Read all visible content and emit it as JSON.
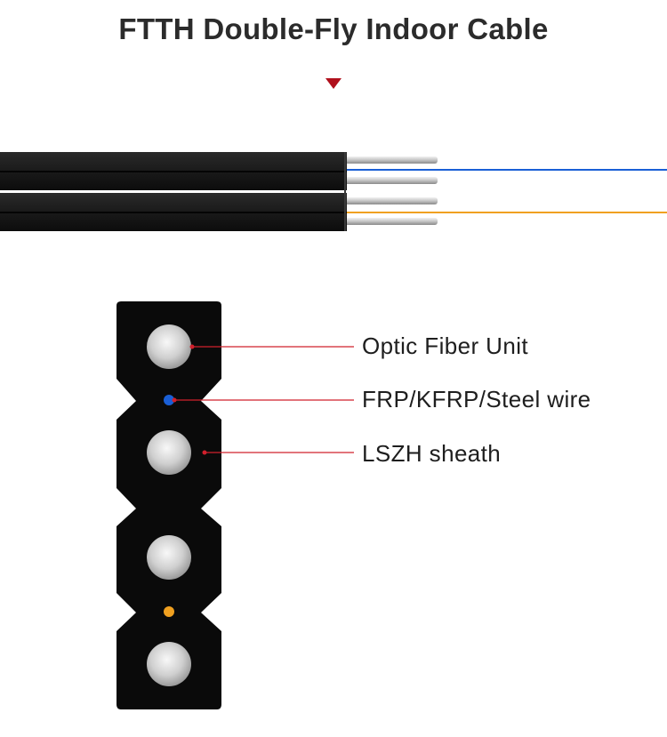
{
  "title": "FTTH Double-Fly Indoor Cable",
  "callouts": [
    {
      "id": "optic-fiber-unit",
      "label": "Optic Fiber Unit"
    },
    {
      "id": "strength-member",
      "label": "FRP/KFRP/Steel wire"
    },
    {
      "id": "sheath",
      "label": "LSZH sheath"
    }
  ],
  "colors": {
    "title": "#2b2b2b",
    "arrow": "#b0101c",
    "cable_jacket": "#111111",
    "fiber_blue": "#1a5fd6",
    "fiber_orange": "#f0a020",
    "leader_line": "#d0202c",
    "steel": "#c8c8c8"
  }
}
